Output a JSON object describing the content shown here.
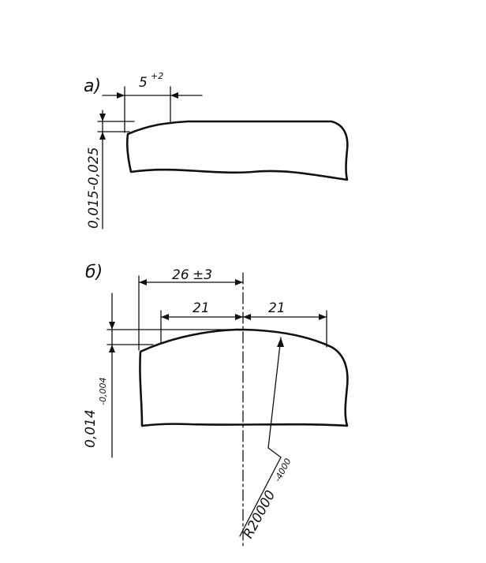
{
  "figure_a": {
    "label": "a)",
    "width_dim_main": "5",
    "width_dim_tol": "+2",
    "depth_dim": "0,015-0,025"
  },
  "figure_b": {
    "label": "б)",
    "span_dim_main": "26",
    "span_dim_tol": "±3",
    "left_half_dim": "21",
    "right_half_dim": "21",
    "height_dim_main": "0,014",
    "height_dim_tol": "-0,004",
    "radius_dim_main": "R20000",
    "radius_dim_tol": "-4000"
  }
}
